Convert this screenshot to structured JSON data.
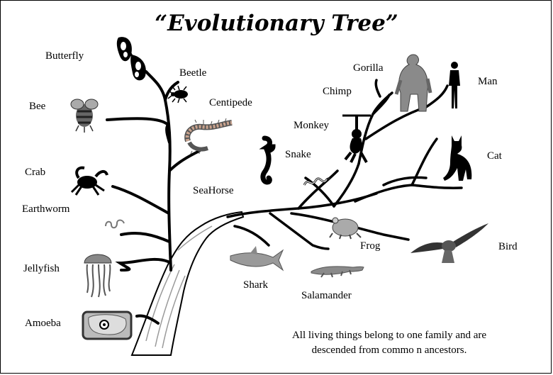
{
  "diagram": {
    "title": "“Evolutionary Tree”",
    "caption_line1": "All living things belong to one family and are",
    "caption_line2": "descended  from commo n ancestors.",
    "labels": {
      "butterfly": "Butterfly",
      "beetle": "Beetle",
      "centipede": "Centipede",
      "bee": "Bee",
      "crab": "Crab",
      "seahorse": "SeaHorse",
      "earthworm": "Earthworm",
      "jellyfish": "Jellyfish",
      "amoeba": "Amoeba",
      "shark": "Shark",
      "salamander": "Salamander",
      "frog": "Frog",
      "bird": "Bird",
      "snake": "Snake",
      "monkey": "Monkey",
      "chimp": "Chimp",
      "gorilla": "Gorilla",
      "man": "Man",
      "cat": "Cat"
    }
  },
  "colors": {
    "ink": "#000000",
    "trunk_fill": "#ffffff",
    "gray": "#8a8a8a"
  },
  "icons": [
    "butterfly-icon",
    "beetle-icon",
    "centipede-icon",
    "bee-icon",
    "crab-icon",
    "seahorse-icon",
    "earthworm-icon",
    "jellyfish-icon",
    "amoeba-icon",
    "shark-icon",
    "salamander-icon",
    "frog-icon",
    "bird-icon",
    "snake-icon",
    "monkey-icon",
    "gorilla-icon",
    "man-icon",
    "cat-icon"
  ]
}
